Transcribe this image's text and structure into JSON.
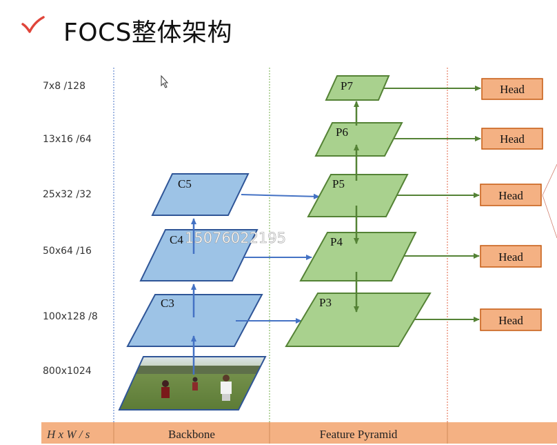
{
  "title": {
    "text": "FOCS整体架构",
    "icon": "check-icon"
  },
  "size_labels": [
    "7x8  /128",
    "13x16  /64",
    "25x32  /32",
    "50x64  /16",
    "100x128  /8",
    "800x1024"
  ],
  "backbone_levels": [
    "C3",
    "C4",
    "C5"
  ],
  "pyramid_levels": [
    "P3",
    "P4",
    "P5",
    "P6",
    "P7"
  ],
  "head_label": "Head",
  "footer": {
    "hws": "H x W  / s",
    "backbone": "Backbone",
    "pyramid": "Feature Pyramid"
  },
  "watermark": "15076022195",
  "colors": {
    "backbone_fill": "#9dc3e6",
    "backbone_stroke": "#2f5597",
    "pyramid_fill": "#a9d18e",
    "pyramid_stroke": "#548235",
    "head_fill": "#f4b183",
    "head_stroke": "#c55a11",
    "footer_band": "#f4b183"
  }
}
